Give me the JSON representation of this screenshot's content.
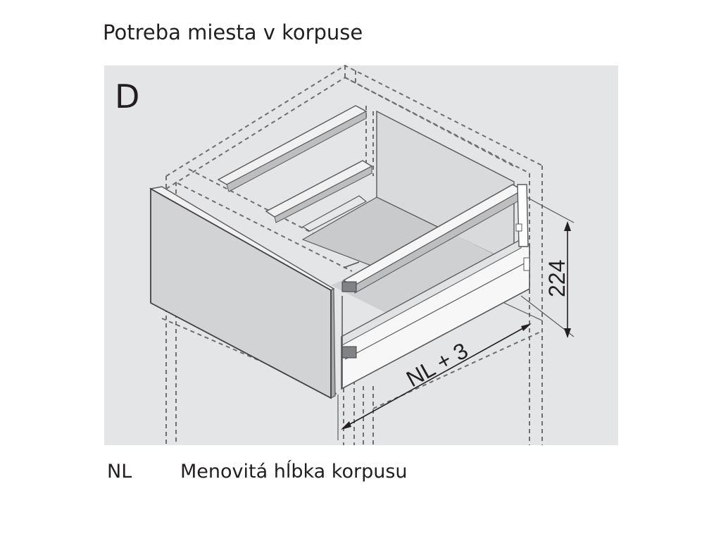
{
  "title": "Potreba miesta v korpuse",
  "diagram": {
    "panel_letter": "D",
    "height_dimension": "224",
    "depth_dimension": "NL + 3"
  },
  "legend": {
    "abbreviation": "NL",
    "description": "Menovitá hĺbka korpusu"
  },
  "colors": {
    "panel_background": "#e4e5e6",
    "drawer_front": "#d1d3d4",
    "inner_floor": "#c9cacc",
    "line": "#231f20"
  }
}
